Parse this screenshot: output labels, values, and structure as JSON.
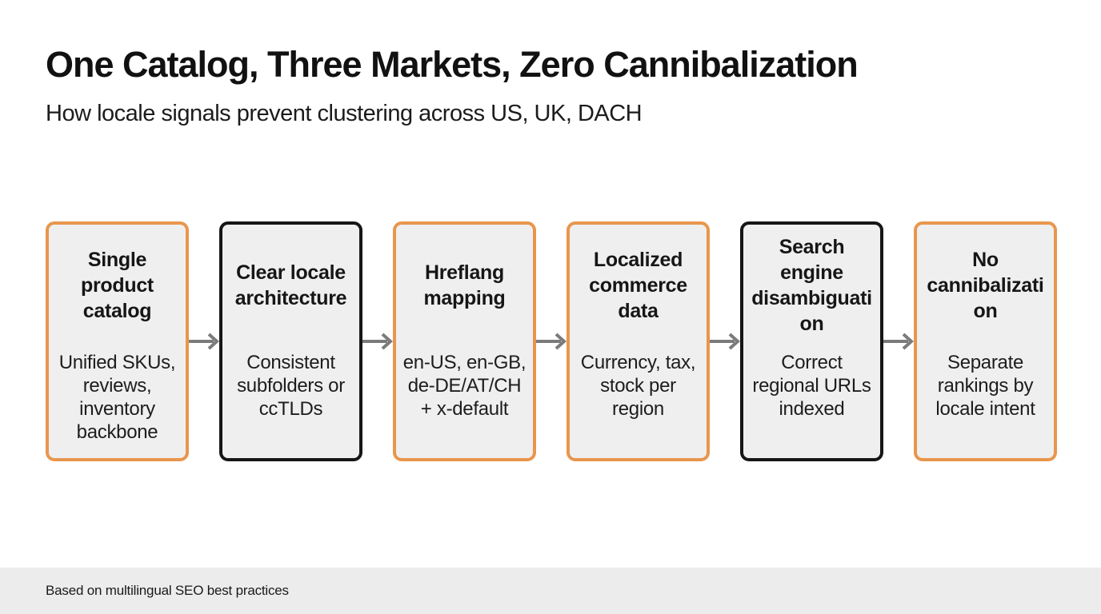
{
  "slide": {
    "title": "One Catalog, Three Markets, Zero Cannibalization",
    "subtitle": "How locale signals prevent clustering across US, UK, DACH",
    "footer": "Based on multilingual SEO best practices"
  },
  "colors": {
    "accent_orange": "#e8964d",
    "border_dark": "#161616",
    "box_fill": "#efefef",
    "arrow_gray": "#7b7b7b",
    "footer_bg": "#ececec",
    "text": "#1a1a1a"
  },
  "flow": {
    "steps": [
      {
        "title": "Single product catalog",
        "body": "Unified SKUs, reviews, inventory backbone",
        "border": "orange"
      },
      {
        "title": "Clear locale architecture",
        "body": "Consistent subfolders or ccTLDs",
        "border": "dark"
      },
      {
        "title": "Hreflang mapping",
        "body": "en-US, en-GB, de-DE/AT/CH + x-default",
        "border": "orange"
      },
      {
        "title": "Localized commerce data",
        "body": "Currency, tax, stock per region",
        "border": "orange"
      },
      {
        "title": "Search engine disambiguation",
        "body": "Correct regional URLs indexed",
        "border": "dark"
      },
      {
        "title": "No cannibalization",
        "body": "Separate rankings by locale intent",
        "border": "orange"
      }
    ]
  }
}
